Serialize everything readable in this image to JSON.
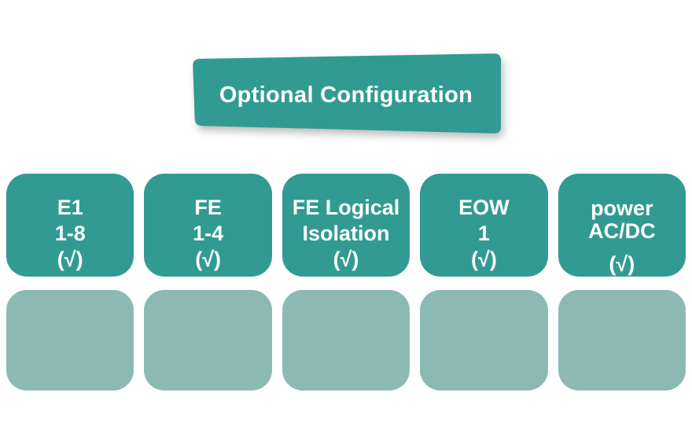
{
  "banner": {
    "label": "Optional Configuration"
  },
  "options": [
    {
      "name": "e1",
      "lines": [
        "E1",
        "1-8",
        "(√)"
      ]
    },
    {
      "name": "fe",
      "lines": [
        "FE",
        "1-4",
        "(√)"
      ]
    },
    {
      "name": "fe-logical-isolation",
      "lines": [
        "FE Logical",
        "Isolation",
        "(√)"
      ]
    },
    {
      "name": "eow",
      "lines": [
        "EOW",
        "1",
        "(√)"
      ]
    },
    {
      "name": "power",
      "lines": [
        "power",
        "AC/DC",
        "(√)"
      ]
    }
  ],
  "placeholders": {
    "count": 5
  },
  "colors": {
    "teal": "#319B93",
    "sage": "#8CBAB3",
    "white": "#FFFFFF"
  }
}
